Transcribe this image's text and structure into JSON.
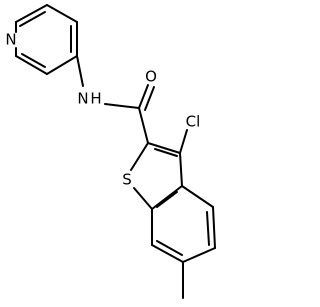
{
  "molecule": {
    "atom_labels": {
      "pyridine_n": "N",
      "amide_nh": "N",
      "amide_h": "H",
      "carbonyl_o": "O",
      "chlorine": "Cl",
      "sulfur": "S"
    },
    "colors": {
      "bond": "#000000",
      "text": "#000000",
      "background": "#ffffff"
    }
  }
}
